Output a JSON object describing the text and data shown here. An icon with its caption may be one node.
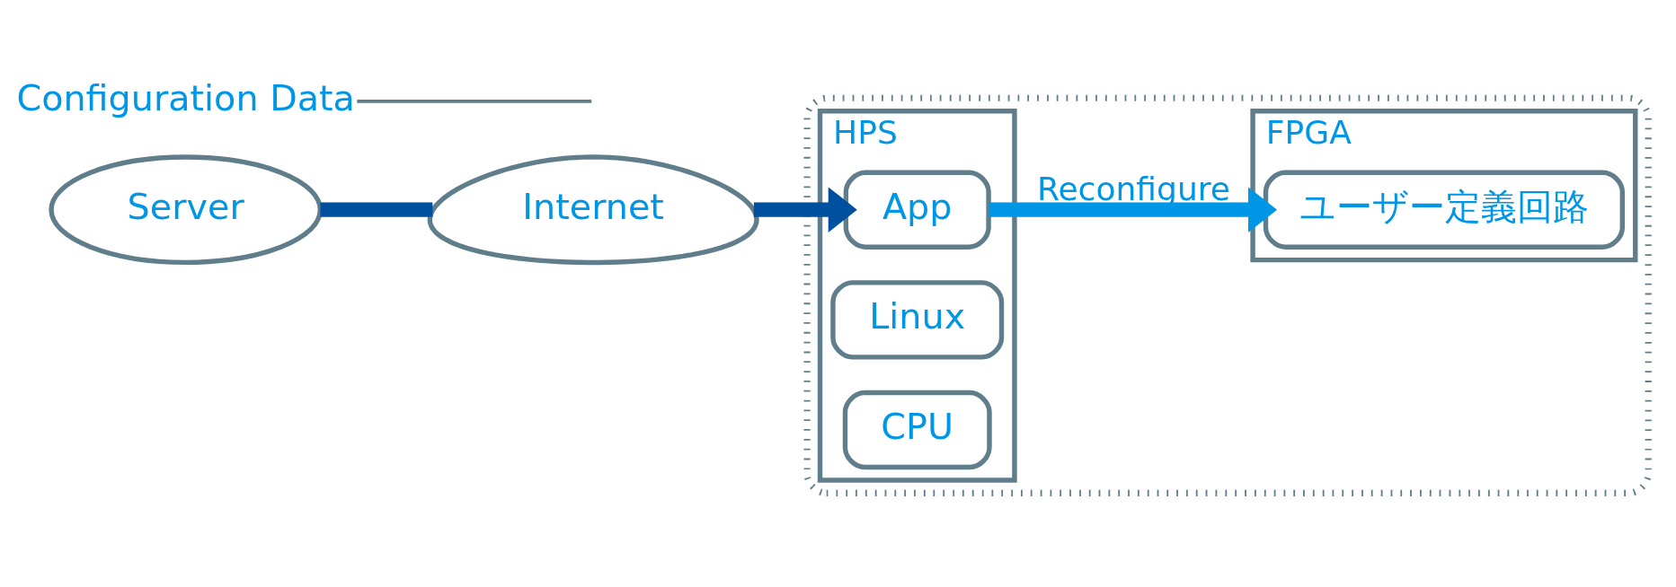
{
  "diagram": {
    "nodes": [
      {
        "text": [
          "Server"
        ]
      },
      {
        "text": [
          "Internet"
        ]
      },
      {
        "text": [],
        "shape": "box"
      },
      {
        "text": [
          "HPS"
        ],
        "in": 2
      },
      {
        "text": [
          "App"
        ],
        "in": 3
      },
      {
        "text": [
          "Linux"
        ],
        "in": 3
      },
      {
        "text": [
          "CPU"
        ],
        "in": 3
      },
      {
        "text": [
          "FPGA"
        ],
        "in": 2
      },
      {
        "text": [
          "ユーザー定義回路"
        ],
        "in": 7
      },
      {
        "text": [
          "Configuration Data"
        ]
      }
    ],
    "edges": [
      {
        "from": 0,
        "to": 1,
        "arrow": "none",
        "color": "#0050a0"
      },
      {
        "from": 1,
        "to": 4,
        "arrow": "to",
        "color": "#0050a0"
      },
      {
        "from": 4,
        "to": 8,
        "arrow": "to",
        "color": "#0096e6",
        "label": "Reconfigure"
      },
      {
        "from": 9,
        "to": null,
        "arrow": "none",
        "color": "#607d8b"
      }
    ]
  }
}
